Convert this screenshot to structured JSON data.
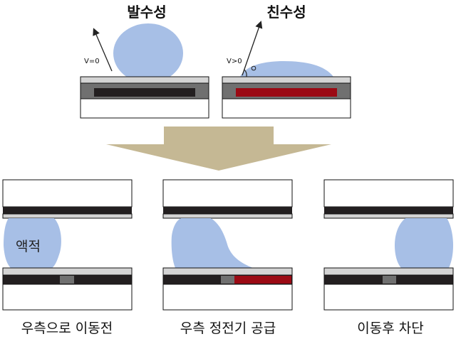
{
  "titles": {
    "hydrophobic": "발수성",
    "hydrophilic": "친수성"
  },
  "voltage_labels": {
    "left": "V=0",
    "right": "V>0"
  },
  "droplet_label": "액적",
  "captions": {
    "step1": "우측으로 이동전",
    "step2": "우측 정전기 공급",
    "step3": "이동후 차단"
  },
  "colors": {
    "droplet": "#a7bfe6",
    "electrode_off": "#231f20",
    "electrode_on": "#9b0a14",
    "dielectric_gray": "#707070",
    "surface_light": "#d4d4d4",
    "arrow": "#c5b894"
  }
}
